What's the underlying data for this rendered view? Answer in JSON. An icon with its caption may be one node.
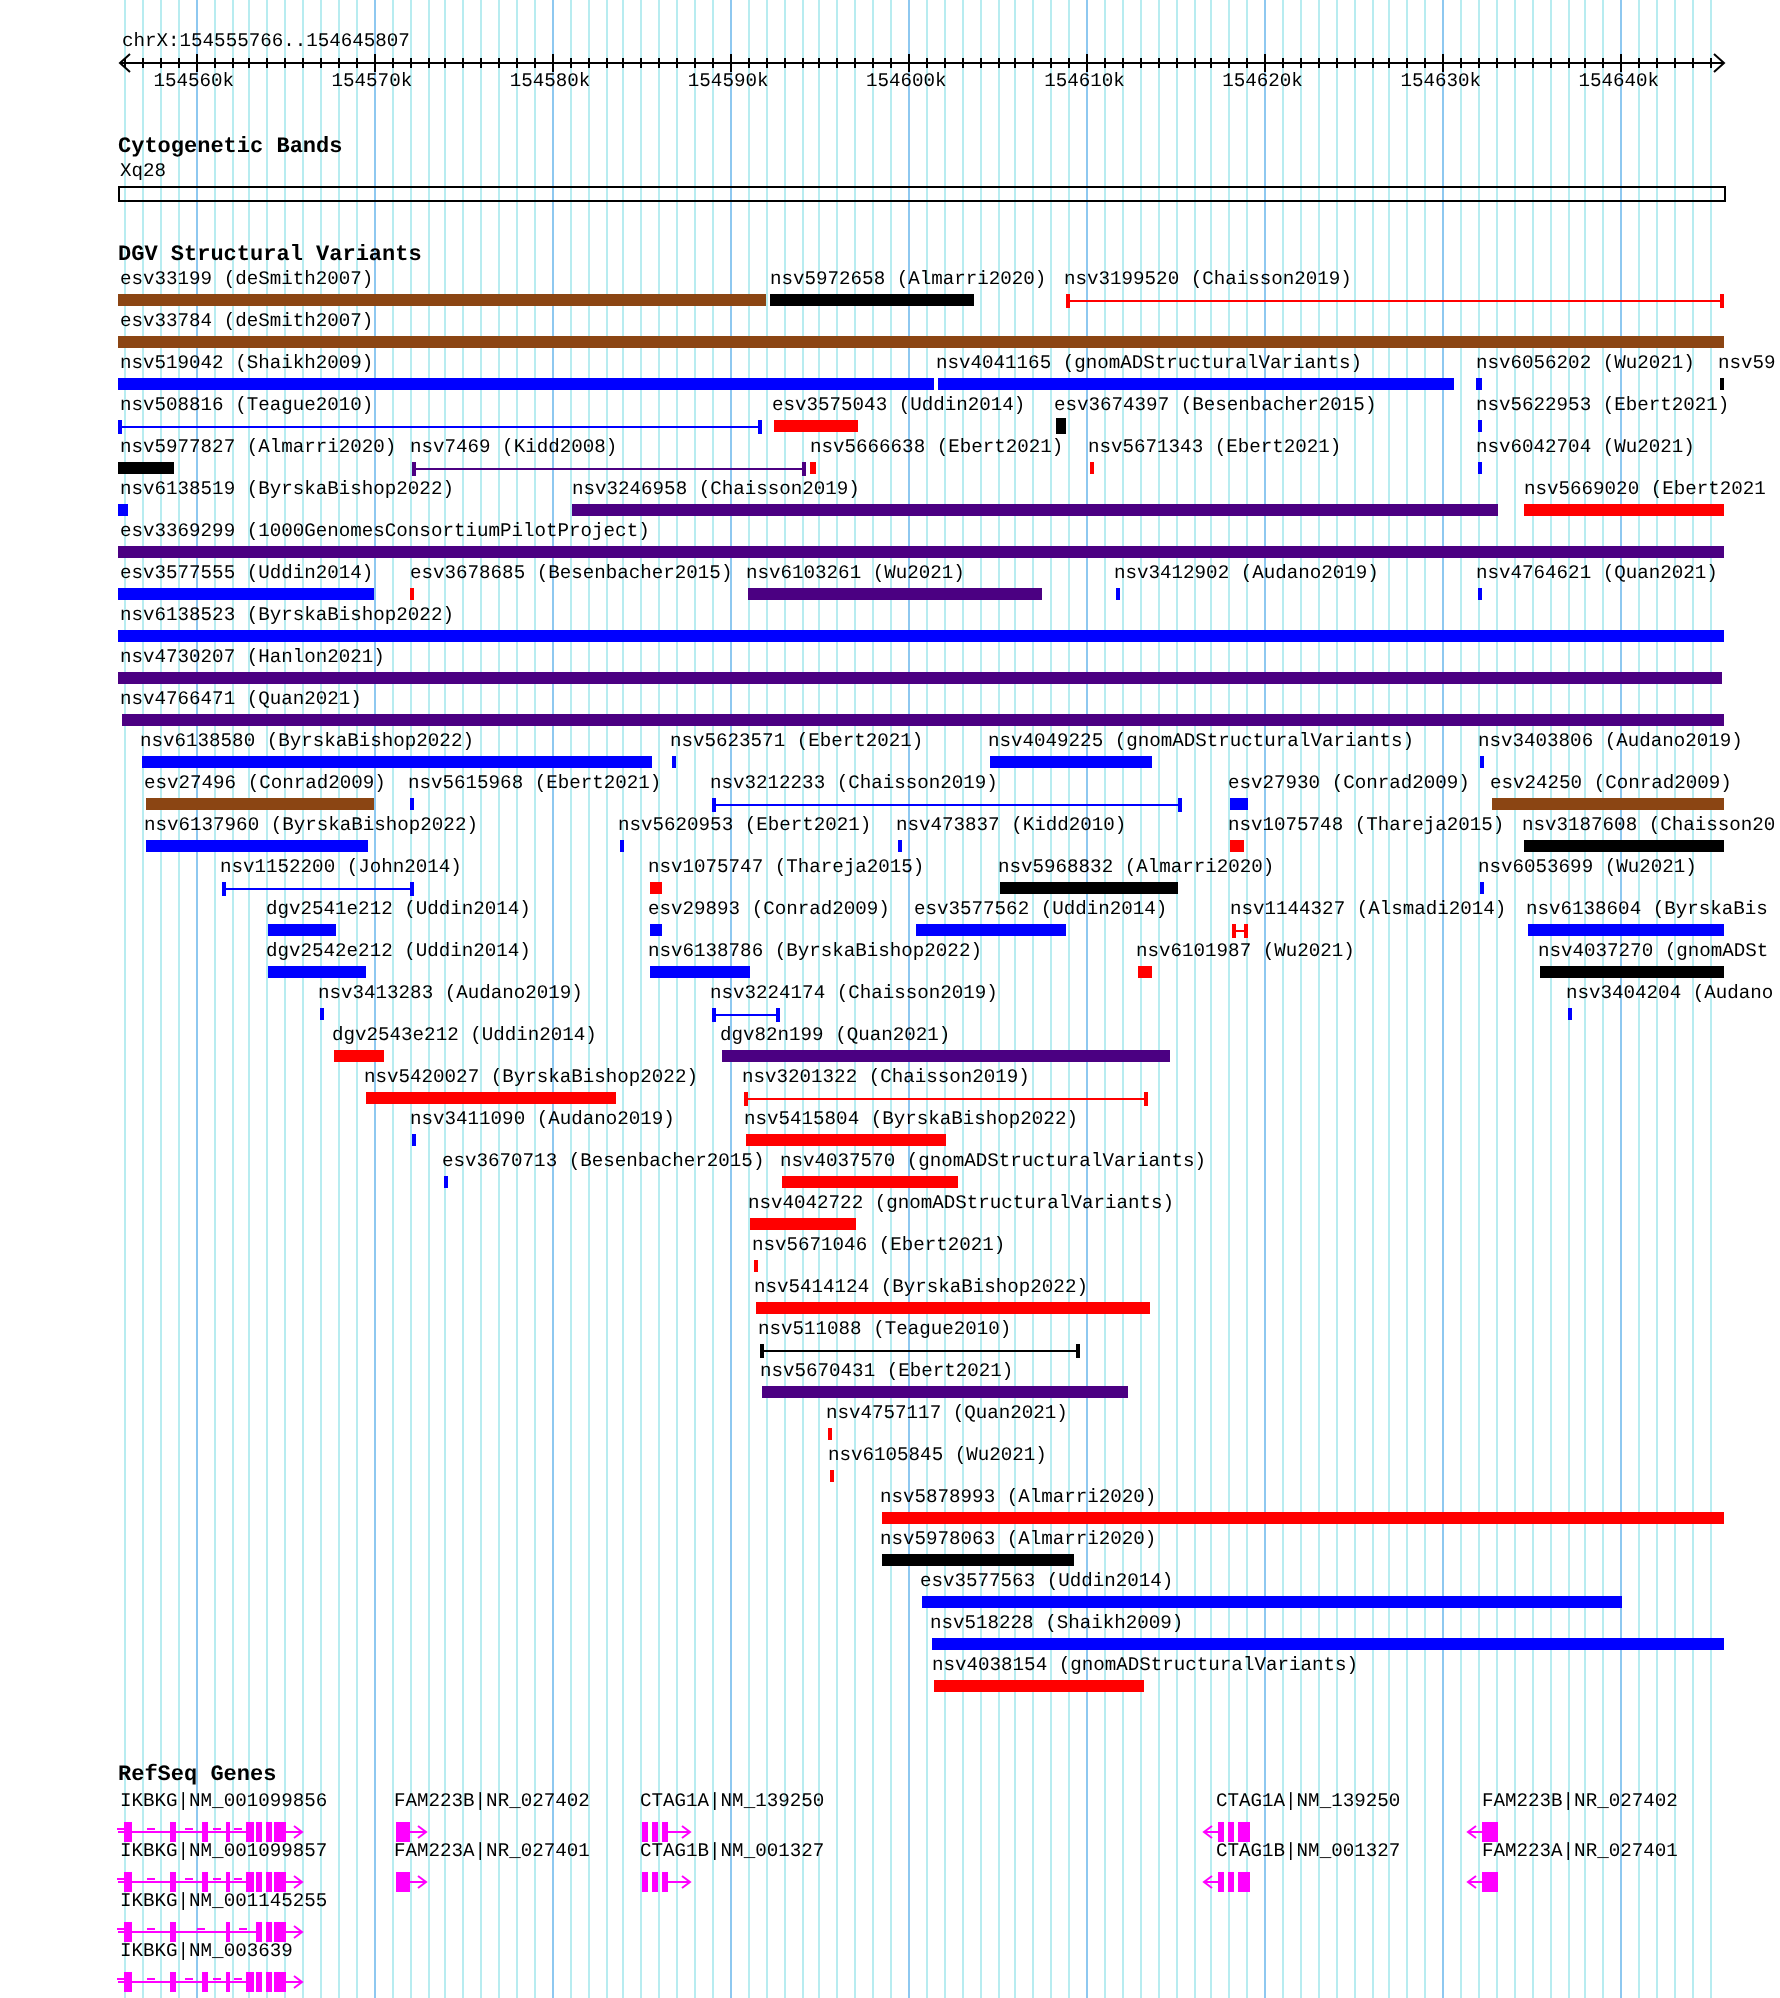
{
  "diagram": {
    "labels": [
      "chrX:154555766..154645807",
      "154560k",
      "154570k",
      "154580k",
      "154590k",
      "154600k",
      "154610k",
      "154620k",
      "154630k",
      "154640k",
      "Cytogenetic Bands",
      "Xq28",
      "DGV Structural Variants",
      "esv33199 (deSmith2007)",
      "nsv5972658 (Almarri2020)",
      "nsv3199520 (Chaisson2019)",
      "esv33784 (deSmith2007)",
      "nsv519042 (Shaikh2009)",
      "nsv4041165 (gnomADStructuralVariants)",
      "nsv6056202 (Wu2021)",
      "nsv59",
      "nsv508816 (Teague2010)",
      "esv3575043 (Uddin2014)",
      "esv3674397 (Besenbacher2015)",
      "nsv5622953 (Ebert2021)",
      "nsv5977827 (Almarri2020)",
      "nsv7469 (Kidd2008)",
      "nsv5666638 (Ebert2021)",
      "nsv5671343 (Ebert2021)",
      "nsv6042704 (Wu2021)",
      "nsv6138519 (ByrskaBishop2022)",
      "nsv3246958 (Chaisson2019)",
      "nsv5669020 (Ebert2021",
      "esv3369299 (1000GenomesConsortiumPilotProject)",
      "esv3577555 (Uddin2014)",
      "esv3678685 (Besenbacher2015)",
      "nsv6103261 (Wu2021)",
      "nsv3412902 (Audano2019)",
      "nsv4764621 (Quan2021)",
      "nsv6138523 (ByrskaBishop2022)",
      "nsv4730207 (Hanlon2021)",
      "nsv4766471 (Quan2021)",
      "nsv6138580 (ByrskaBishop2022)",
      "nsv5623571 (Ebert2021)",
      "nsv4049225 (gnomADStructuralVariants)",
      "nsv3403806 (Audano2019)",
      "esv27496 (Conrad2009)",
      "nsv5615968 (Ebert2021)",
      "nsv3212233 (Chaisson2019)",
      "esv27930 (Conrad2009)",
      "esv24250 (Conrad2009)",
      "nsv6137960 (ByrskaBishop2022)",
      "nsv5620953 (Ebert2021)",
      "nsv473837 (Kidd2010)",
      "nsv1075748 (Thareja2015)",
      "nsv3187608 (Chaisson20",
      "nsv1152200 (John2014)",
      "nsv1075747 (Thareja2015)",
      "nsv5968832 (Almarri2020)",
      "nsv6053699 (Wu2021)",
      "dgv2541e212 (Uddin2014)",
      "esv29893 (Conrad2009)",
      "esv3577562 (Uddin2014)",
      "nsv1144327 (Alsmadi2014)",
      "nsv6138604 (ByrskaBis",
      "dgv2542e212 (Uddin2014)",
      "nsv6138786 (ByrskaBishop2022)",
      "nsv6101987 (Wu2021)",
      "nsv4037270 (gnomADSt",
      "nsv3413283 (Audano2019)",
      "nsv3224174 (Chaisson2019)",
      "nsv3404204 (Audano",
      "dgv2543e212 (Uddin2014)",
      "dgv82n199 (Quan2021)",
      "nsv5420027 (ByrskaBishop2022)",
      "nsv3201322 (Chaisson2019)",
      "nsv3411090 (Audano2019)",
      "nsv5415804 (ByrskaBishop2022)",
      "esv3670713 (Besenbacher2015)",
      "nsv4037570 (gnomADStructuralVariants)",
      "nsv4042722 (gnomADStructuralVariants)",
      "nsv5671046 (Ebert2021)",
      "nsv5414124 (ByrskaBishop2022)",
      "nsv511088 (Teague2010)",
      "nsv5670431 (Ebert2021)",
      "nsv4757117 (Quan2021)",
      "nsv6105845 (Wu2021)",
      "nsv5878993 (Almarri2020)",
      "nsv5978063 (Almarri2020)",
      "esv3577563 (Uddin2014)",
      "nsv518228 (Shaikh2009)",
      "nsv4038154 (gnomADStructuralVariants)",
      "RefSeq Genes",
      "IKBKG|NM_001099856",
      "FAM223B|NR_027402",
      "CTAG1A|NM_139250",
      "CTAG1A|NM_139250",
      "FAM223B|NR_027402",
      "IKBKG|NM_001099857",
      "FAM223A|NR_027401",
      "CTAG1B|NM_001327",
      "CTAG1B|NM_001327",
      "FAM223A|NR_027401",
      "IKBKG|NM_001145255",
      "IKBKG|NM_003639"
    ]
  }
}
